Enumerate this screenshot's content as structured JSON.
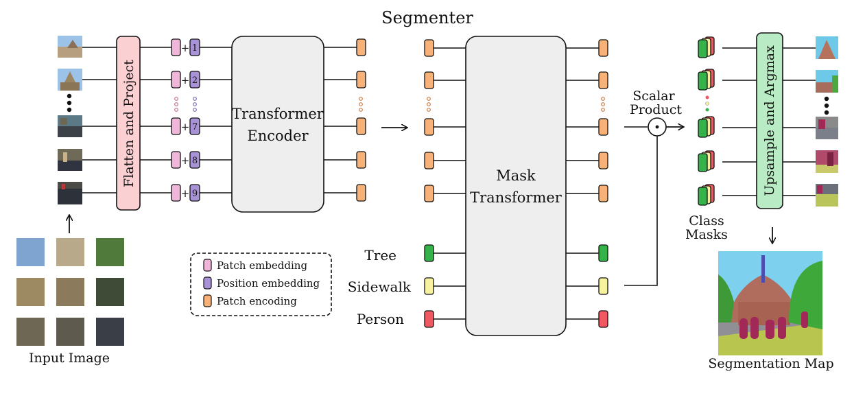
{
  "title": "Segmenter",
  "input": {
    "label": "Input Image",
    "patch_colors": [
      "#7fa4cf",
      "#b7a98a",
      "#4f7a3c",
      "#9d8a62",
      "#8b7a5c",
      "#3f4b36",
      "#6d6753",
      "#5f5a4e",
      "#3a3f47"
    ]
  },
  "flatten_label": "Flatten and Project",
  "position_ids": [
    "1",
    "2",
    "7",
    "8",
    "9"
  ],
  "encoder_label": "Transformer Encoder",
  "decoder_label": "Mask Transformer",
  "classes": [
    {
      "name": "Tree",
      "color": "#35b34a"
    },
    {
      "name": "Sidewalk",
      "color": "#f6f2a0"
    },
    {
      "name": "Person",
      "color": "#ef5a62"
    }
  ],
  "scalar_product_label": "Scalar Product",
  "class_masks_label": "Class Masks",
  "upsample_label": "Upsample and Argmax",
  "output_label": "Segmentation Map",
  "legend": [
    {
      "label": "Patch embedding",
      "color": "#f0b6d9"
    },
    {
      "label": "Position embedding",
      "color": "#a793d6"
    },
    {
      "label": "Patch encoding",
      "color": "#f7b27a"
    }
  ],
  "colors": {
    "flatten_fill": "#fbd0d3",
    "upsample_fill": "#b9ecc4",
    "transformer_fill": "#eeeeee",
    "patch_embed": "#f0b6d9",
    "position_embed": "#a793d6",
    "patch_encoding": "#f7b27a"
  }
}
